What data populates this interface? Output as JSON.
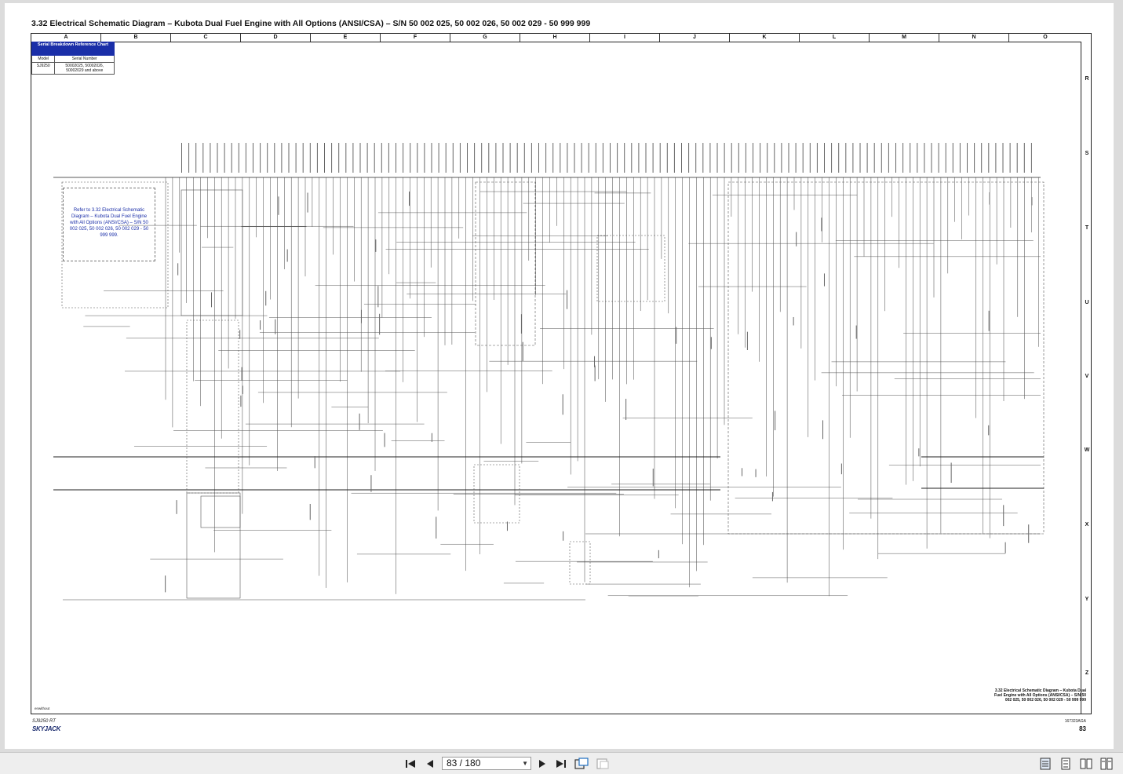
{
  "document": {
    "title": "3.32  Electrical Schematic Diagram – Kubota Dual Fuel Engine with All Options (ANSI/CSA) – S/N 50 002 025, 50 002 026, 50 002 029 - 50 999 999",
    "columns": [
      "A",
      "B",
      "C",
      "D",
      "E",
      "F",
      "G",
      "H",
      "I",
      "J",
      "K",
      "L",
      "M",
      "N",
      "O"
    ],
    "rows": [
      "R",
      "S",
      "T",
      "U",
      "V",
      "W",
      "X",
      "Y",
      "Z"
    ],
    "serial_chart": {
      "header": "Serial Breakdown Reference Chart",
      "col_model": "Model",
      "col_serial": "Serial Number",
      "model": "SJ9250",
      "serials": "50002025, 50002026, 50002029 and above"
    },
    "refer_note": "Refer to 3.32 Electrical Schematic Diagram – Kubota Dual Fuel Engine with All Options (ANSI/CSA) – S/N 50 002 025, 50 002 026, 50 002 029 - 50 999 999.",
    "footer_caption": "3.32  Electrical Schematic Diagram – Kubota Dual Fuel Engine with All Options (ANSI/CSA) – S/N 50 002 025, 50 002 026, 50 002 029 - 50 999 999",
    "corner_note": "enwithout",
    "model_label": "SJ9250 RT",
    "brand": "SKYJACK",
    "doc_code": "167323AGA",
    "page_number": "83"
  },
  "toolbar": {
    "page_display": "83 / 180",
    "icons": [
      "first-page-icon",
      "prev-page-icon",
      "next-page-icon",
      "last-page-icon",
      "fit-page-icon",
      "rotate-icon",
      "single-page-icon",
      "continuous-icon",
      "two-page-icon",
      "two-continuous-icon"
    ]
  }
}
